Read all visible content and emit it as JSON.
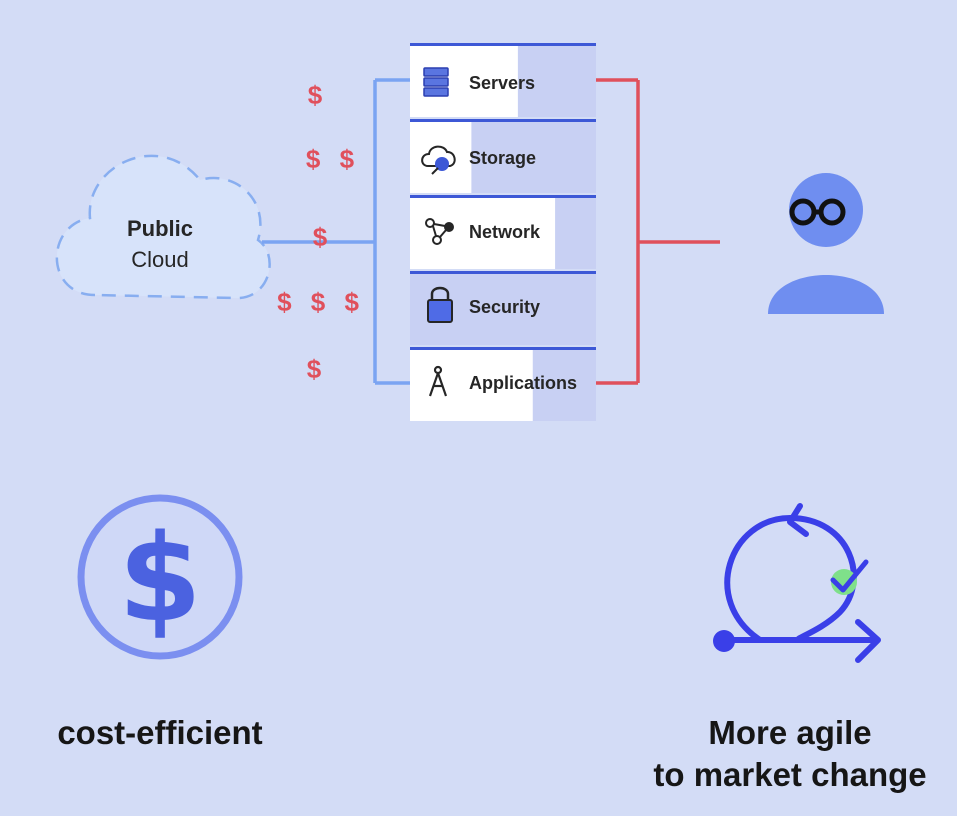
{
  "cloud": {
    "title": "Public",
    "subtitle": "Cloud"
  },
  "costs": [
    "$",
    "$ $",
    "$",
    "$ $ $",
    "$"
  ],
  "stack": [
    {
      "label": "Servers",
      "icon": "server-icon",
      "fill": 0.58
    },
    {
      "label": "Storage",
      "icon": "cloud-storage-icon",
      "fill": 0.33
    },
    {
      "label": "Network",
      "icon": "network-icon",
      "fill": 0.78
    },
    {
      "label": "Security",
      "icon": "lock-icon",
      "fill": 0.0
    },
    {
      "label": "Applications",
      "icon": "compass-icon",
      "fill": 0.66
    }
  ],
  "benefits": {
    "cost": {
      "label": "cost-efficient",
      "icon": "dollar-coin-icon"
    },
    "agile": {
      "label_line1": "More agile",
      "label_line2": "to market change",
      "icon": "agile-loop-icon"
    }
  },
  "colors": {
    "background": "#d3dcf6",
    "blue_line": "#7ba4f2",
    "red_line": "#e0505c",
    "stack_accent": "#3d58d6",
    "stack_shade": "#c8d0f3",
    "person": "#6f8ef0",
    "coin": "#7b8ff0",
    "agile": "#3a3fe8",
    "check": "#7fe08a"
  }
}
